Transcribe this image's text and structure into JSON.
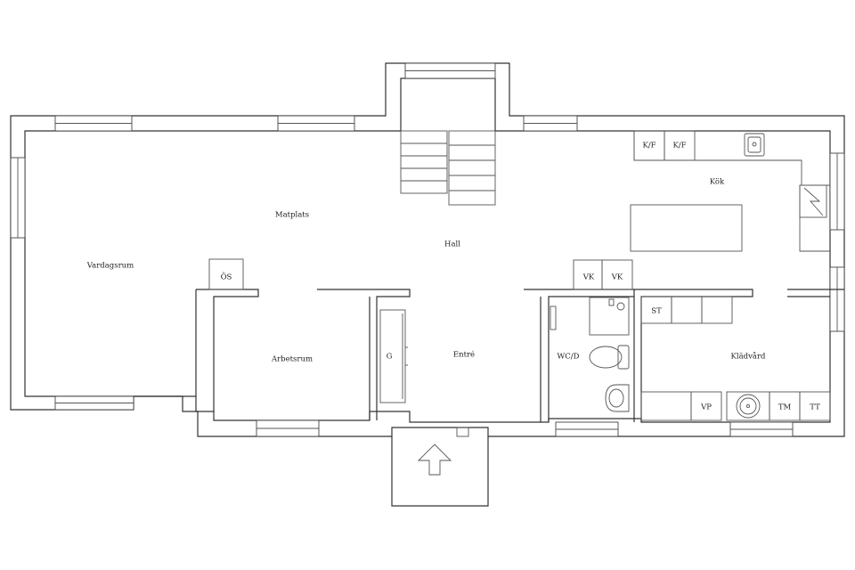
{
  "rooms": {
    "vardagsrum": "Vardagsrum",
    "matplats": "Matplats",
    "hall": "Hall",
    "kok": "Kök",
    "arbetsrum": "Arbetsrum",
    "entre": "Entré",
    "wcd": "WC/D",
    "kladvard": "Klädvård"
  },
  "fixtures": {
    "os": "ÖS",
    "kf1": "K/F",
    "kf2": "K/F",
    "vk1": "VK",
    "vk2": "VK",
    "st": "ST",
    "g": "G",
    "vp": "VP",
    "tm": "TM",
    "tt": "TT"
  },
  "icons": {
    "entrance": "arrow-up-icon",
    "sink": "sink-icon",
    "stove": "chimney-icon",
    "toilet": "toilet-icon",
    "washbasin": "washbasin-icon",
    "shower": "shower-icon",
    "laundry_sink": "laundry-sink-icon"
  }
}
